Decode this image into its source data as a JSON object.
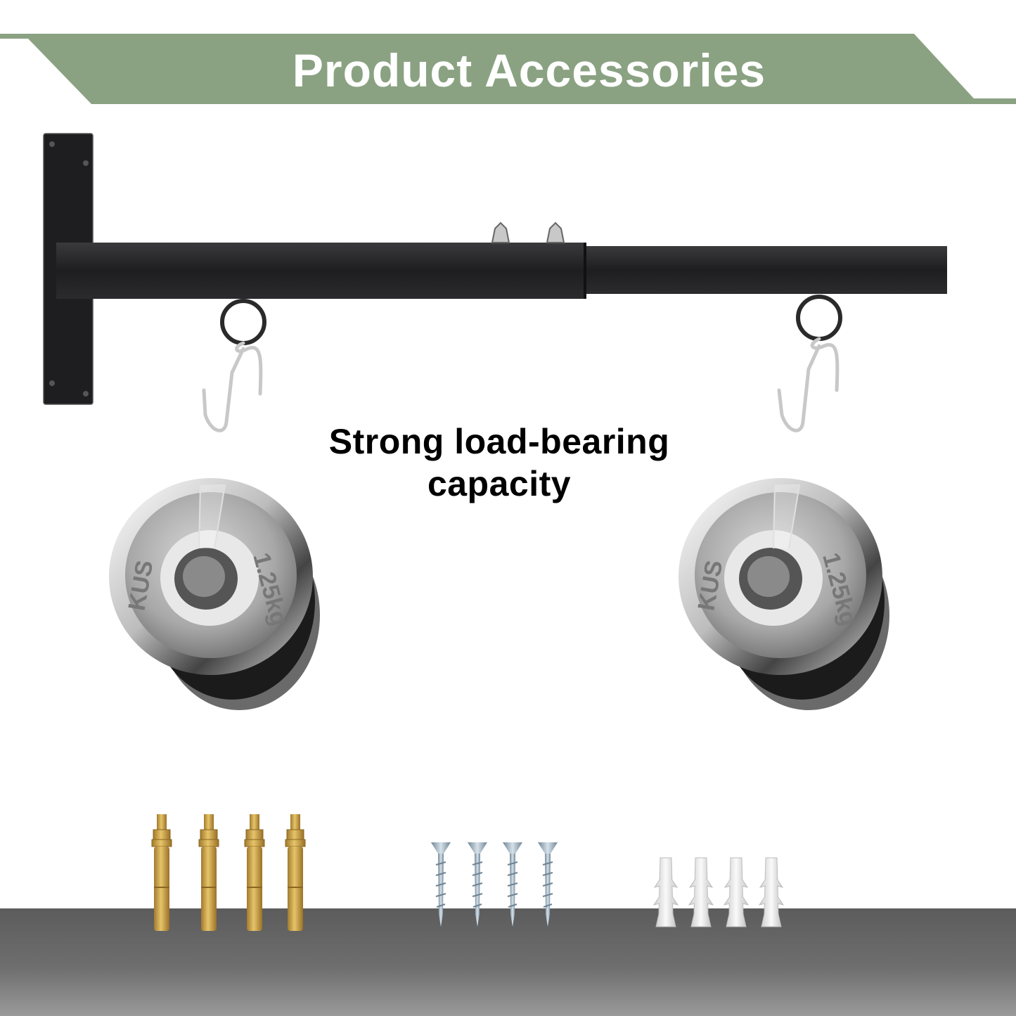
{
  "banner": {
    "title": "Product Accessories"
  },
  "caption": {
    "line1": "Strong load-bearing",
    "line2": "capacity"
  },
  "plate_marking": {
    "brand": "KUS",
    "weight": "1.25kg"
  },
  "colors": {
    "banner": "#8aa282",
    "banner_text": "#ffffff",
    "caption_text": "#000000",
    "bar": "#1d1d1f",
    "shelf": "#5f5f5f",
    "chrome": "#c9c9c9",
    "brass": "#c9a24a",
    "screw": "#9fb3c4",
    "anchor": "#eeeeee"
  },
  "accessories": [
    {
      "name": "expansion-bolt",
      "count": 4
    },
    {
      "name": "screw",
      "count": 4
    },
    {
      "name": "wall-plug",
      "count": 4
    }
  ]
}
